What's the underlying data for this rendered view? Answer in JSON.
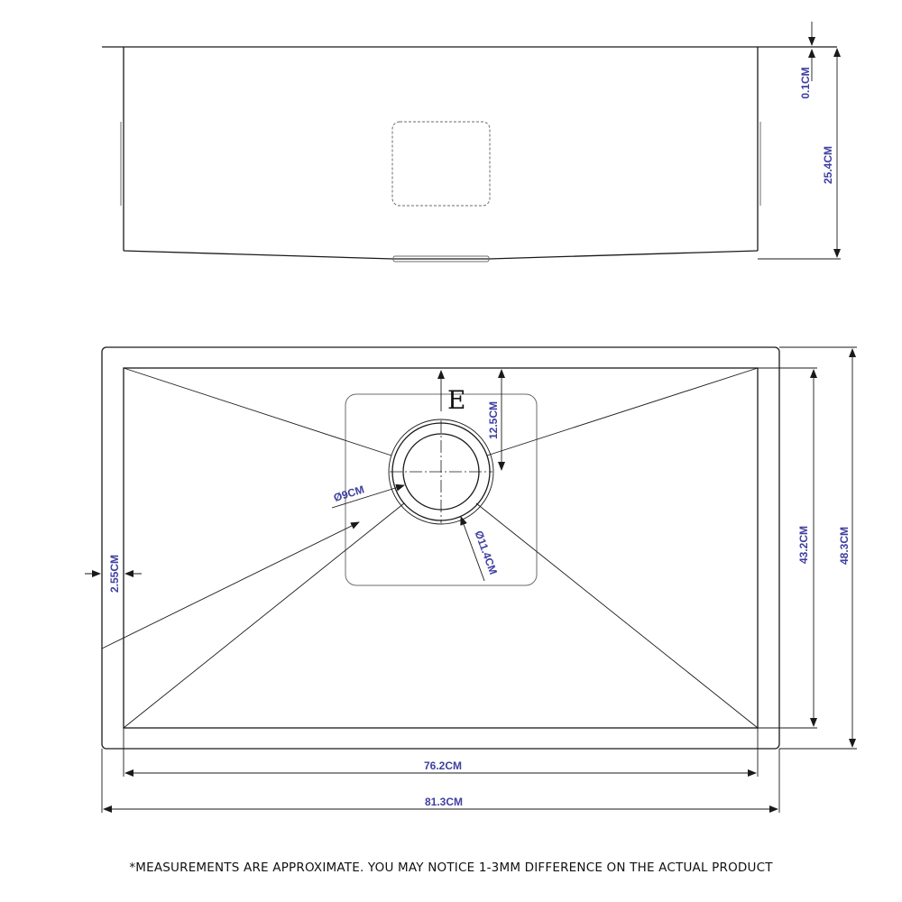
{
  "side_view": {
    "dim_rim": "0.1CM",
    "dim_depth": "25.4CM"
  },
  "top_view": {
    "section_letter": "E",
    "dim_drain_offset": "12.5CM",
    "dim_inner_drain": "Ø9CM",
    "dim_outer_drain": "Ø11.4CM",
    "dim_flange": "2.55CM",
    "dim_inner_depth": "43.2CM",
    "dim_outer_depth": "48.3CM",
    "dim_inner_width": "76.2CM",
    "dim_outer_width": "81.3CM"
  },
  "footnote": "*MEASUREMENTS ARE APPROXIMATE. YOU MAY NOTICE 1-3MM DIFFERENCE ON THE ACTUAL PRODUCT",
  "colors": {
    "dimension_text": "#3f3fa0",
    "line": "#1a1a1a"
  }
}
